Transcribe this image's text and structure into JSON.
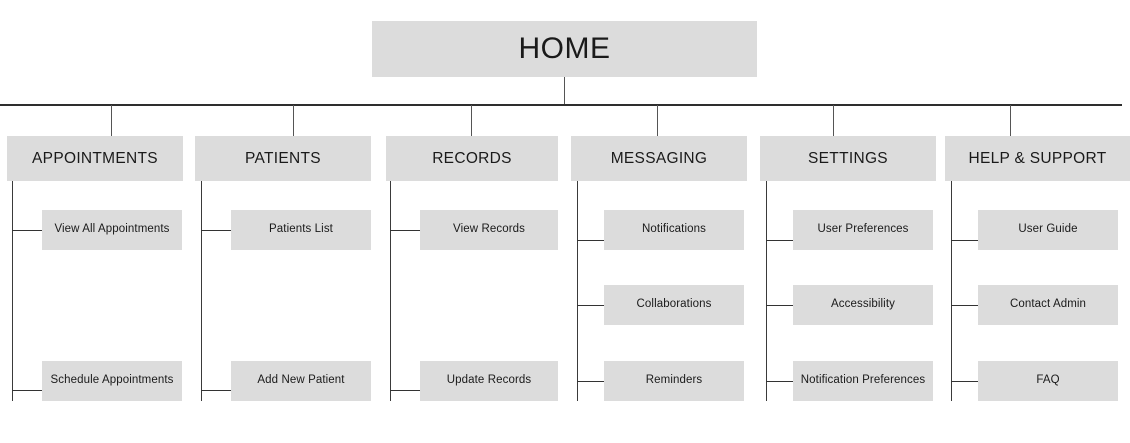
{
  "diagram": {
    "title_node": "HOME",
    "type": "sitemap-hierarchy",
    "colors": {
      "node_fill": "#dcdcdc",
      "line": "#333333",
      "text": "#1a1a1a",
      "background": "#ffffff"
    }
  },
  "root": {
    "label": "HOME"
  },
  "columns": [
    {
      "id": "appointments",
      "label": "APPOINTMENTS",
      "children": [
        {
          "label": "View All Appointments",
          "row": 1
        },
        {
          "label": "Schedule Appointments",
          "row": 3
        }
      ]
    },
    {
      "id": "patients",
      "label": "PATIENTS",
      "children": [
        {
          "label": "Patients List",
          "row": 1
        },
        {
          "label": "Add New Patient",
          "row": 3
        }
      ]
    },
    {
      "id": "records",
      "label": "RECORDS",
      "children": [
        {
          "label": "View Records",
          "row": 1
        },
        {
          "label": "Update Records",
          "row": 3
        }
      ]
    },
    {
      "id": "messaging",
      "label": "MESSAGING",
      "children": [
        {
          "label": "Notifications",
          "row": 1
        },
        {
          "label": "Collaborations",
          "row": 2
        },
        {
          "label": "Reminders",
          "row": 3
        }
      ]
    },
    {
      "id": "settings",
      "label": "SETTINGS",
      "children": [
        {
          "label": "User Preferences",
          "row": 1
        },
        {
          "label": "Accessibility",
          "row": 2
        },
        {
          "label": "Notification Preferences",
          "row": 3
        }
      ]
    },
    {
      "id": "help-support",
      "label": "HELP & SUPPORT",
      "children": [
        {
          "label": "User Guide",
          "row": 1
        },
        {
          "label": "Contact Admin",
          "row": 2
        },
        {
          "label": "FAQ",
          "row": 3
        }
      ]
    }
  ]
}
